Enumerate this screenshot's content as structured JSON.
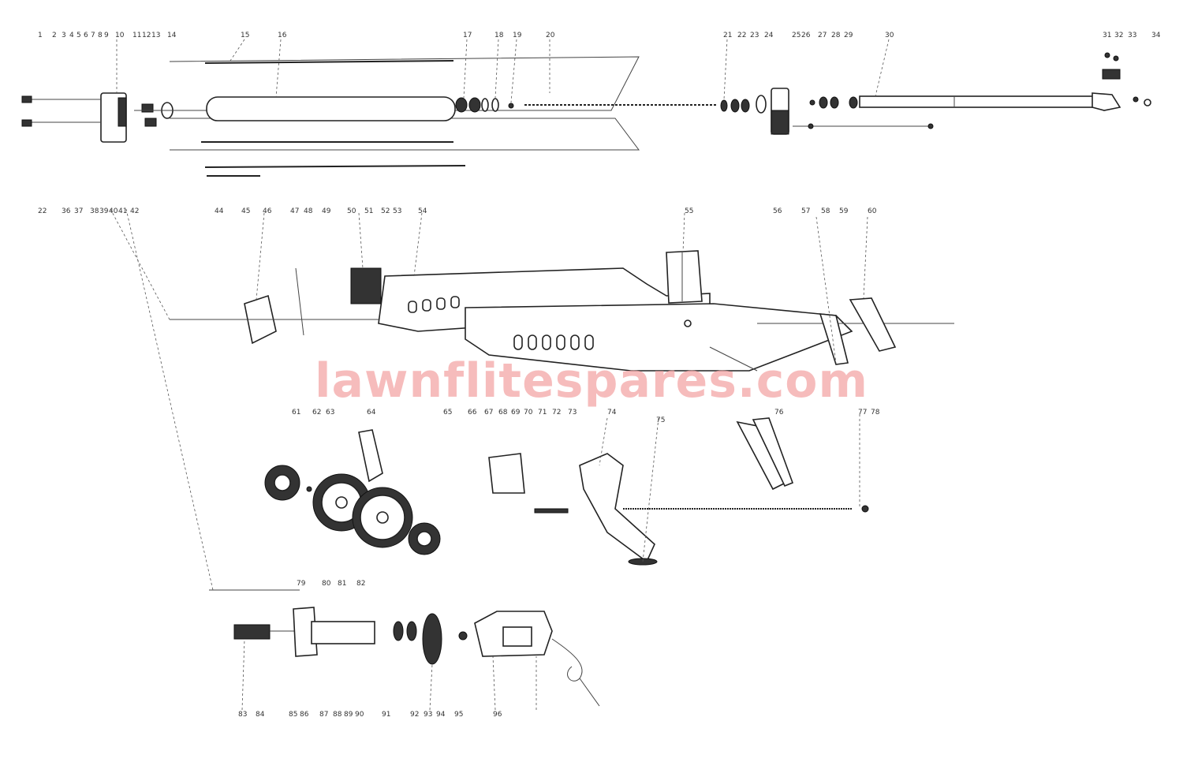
{
  "watermark": "lawnflitespares.com",
  "callouts": {
    "top": [
      "1",
      "2",
      "3",
      "4",
      "5",
      "6",
      "7",
      "8",
      "9",
      "10",
      "11",
      "12",
      "13",
      "14",
      "15",
      "16",
      "17",
      "18",
      "19",
      "20",
      "21",
      "22",
      "23",
      "24",
      "25",
      "26",
      "27",
      "28",
      "29",
      "30",
      "31",
      "32",
      "33",
      "34"
    ],
    "upper_left_bottom": [
      "22",
      "36",
      "37",
      "38",
      "39",
      "40",
      "41",
      "42"
    ],
    "housing": [
      "44",
      "45",
      "46",
      "47",
      "48",
      "49",
      "50",
      "51",
      "52",
      "53",
      "54",
      "55",
      "56",
      "57",
      "58",
      "59",
      "60"
    ],
    "gears": [
      "61",
      "62",
      "63",
      "64"
    ],
    "brackets": [
      "65",
      "66",
      "67",
      "68",
      "69",
      "70",
      "71",
      "72",
      "73",
      "74",
      "75",
      "76",
      "77",
      "78"
    ],
    "motor": [
      "79",
      "80",
      "81",
      "82",
      "83",
      "84",
      "85",
      "86",
      "87",
      "88",
      "89",
      "90",
      "91",
      "92",
      "93",
      "94",
      "95",
      "96"
    ]
  }
}
